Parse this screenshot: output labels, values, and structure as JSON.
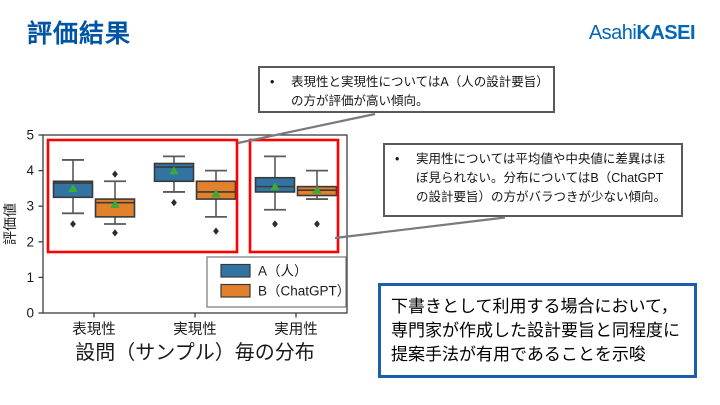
{
  "slide": {
    "title": "評価結果",
    "logo": {
      "part1": "Asahi",
      "part2": "KASEI",
      "color": "#0068b7"
    }
  },
  "callouts": [
    {
      "bullet": "•",
      "text": "表現性と実現性についてはA（人の設計要旨）の方が評価が高い傾向。"
    },
    {
      "bullet": "•",
      "text": "実用性については平均値や中央値に差異はほぼ見られない。分布についてはB（ChatGPTの設計要旨）の方がバラつきが少ない傾向。"
    }
  ],
  "conclusion": {
    "text": "下書きとして利用する場合において，専門家が作成した設計要旨と同程度に提案手法が有用であることを示唆"
  },
  "chart_data": {
    "type": "boxplot",
    "title": "設問（サンプル）毎の分布",
    "ylabel": "評価値",
    "ylim": [
      0,
      5
    ],
    "yticks": [
      0,
      1,
      2,
      3,
      4,
      5
    ],
    "categories": [
      "表現性",
      "実現性",
      "実用性"
    ],
    "legend_position": "lower right",
    "grid": false,
    "mean_marker": "green-triangle",
    "outlier_marker": "black-diamond",
    "series": [
      {
        "name": "A（人）",
        "color": "#3274a1",
        "boxes": [
          {
            "whislo": 2.8,
            "q1": 3.25,
            "med": 3.65,
            "q3": 3.7,
            "whishi": 4.3,
            "mean": 3.5,
            "outliers": [
              2.5
            ]
          },
          {
            "whislo": 3.4,
            "q1": 3.7,
            "med": 4.1,
            "q3": 4.2,
            "whishi": 4.4,
            "mean": 4.0,
            "outliers": [
              3.1
            ]
          },
          {
            "whislo": 2.9,
            "q1": 3.4,
            "med": 3.55,
            "q3": 3.8,
            "whishi": 4.4,
            "mean": 3.55,
            "outliers": [
              2.5
            ]
          }
        ]
      },
      {
        "name": "B（ChatGPT）",
        "color": "#e1812c",
        "boxes": [
          {
            "whislo": 2.5,
            "q1": 2.7,
            "med": 3.1,
            "q3": 3.2,
            "whishi": 3.7,
            "mean": 3.05,
            "outliers": [
              3.9,
              2.25
            ]
          },
          {
            "whislo": 2.7,
            "q1": 3.2,
            "med": 3.4,
            "q3": 3.7,
            "whishi": 4.0,
            "mean": 3.35,
            "outliers": [
              2.3
            ]
          },
          {
            "whislo": 3.2,
            "q1": 3.3,
            "med": 3.45,
            "q3": 3.55,
            "whishi": 4.0,
            "mean": 3.45,
            "outliers": [
              2.5
            ]
          }
        ]
      }
    ],
    "highlights": [
      {
        "color": "#ff0000",
        "from_category": 0,
        "to_category": 1
      },
      {
        "color": "#ff0000",
        "from_category": 2,
        "to_category": 2
      }
    ]
  }
}
